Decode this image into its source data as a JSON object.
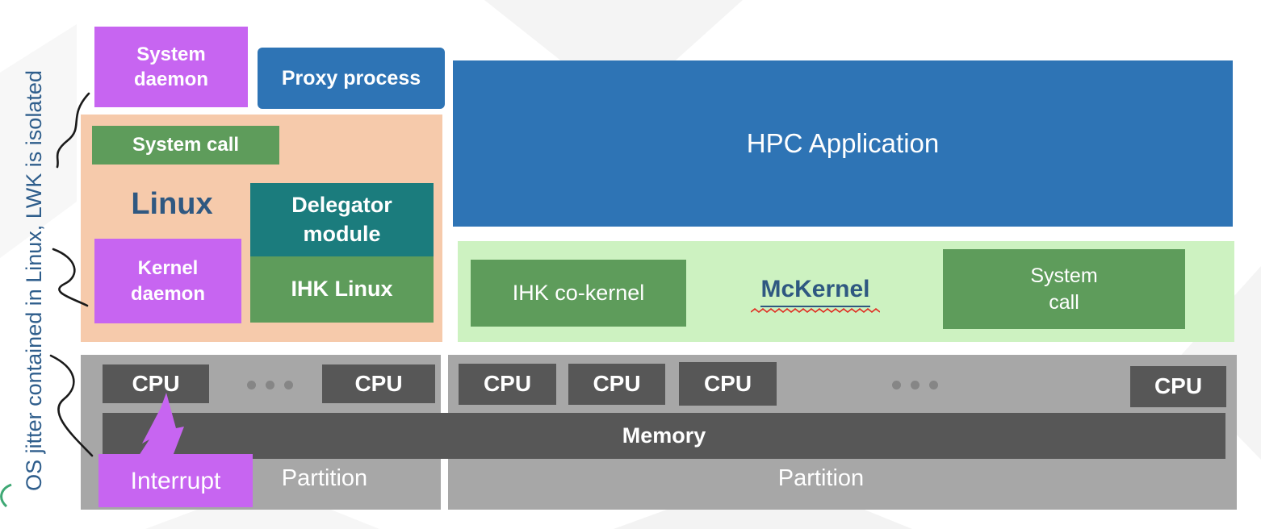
{
  "annotation": {
    "text": "OS jitter contained in Linux, LWK is isolated"
  },
  "linux_stack": {
    "system_daemon_label": "System daemon",
    "proxy_process_label": "Proxy process",
    "os_label": "Linux",
    "system_call_label": "System call",
    "delegator_module_label": "Delegator module",
    "kernel_daemon_label": "Kernel daemon",
    "ihk_linux_label": "IHK Linux"
  },
  "mckernel_stack": {
    "hpc_application_label": "HPC Application",
    "ihk_cokernel_label": "IHK co-kernel",
    "os_label": "McKernel",
    "system_call_label": "System call"
  },
  "hardware": {
    "cpu_label": "CPU",
    "memory_label": "Memory",
    "partition_left_label": "Partition",
    "partition_right_label": "Partition",
    "interrupt_label": "Interrupt"
  },
  "colors": {
    "purple": "#c765f1",
    "blue": "#2e74b5",
    "peach": "#f6caab",
    "green": "#5e9c5b",
    "teal": "#1b7c7d",
    "light_green": "#cdf2c1",
    "partition_gray": "#a7a7a7",
    "dark_gray": "#575757",
    "heading_blue": "#2f5881",
    "annotation_blue": "#2f5e8c",
    "spellcheck_red": "#e02b20"
  }
}
